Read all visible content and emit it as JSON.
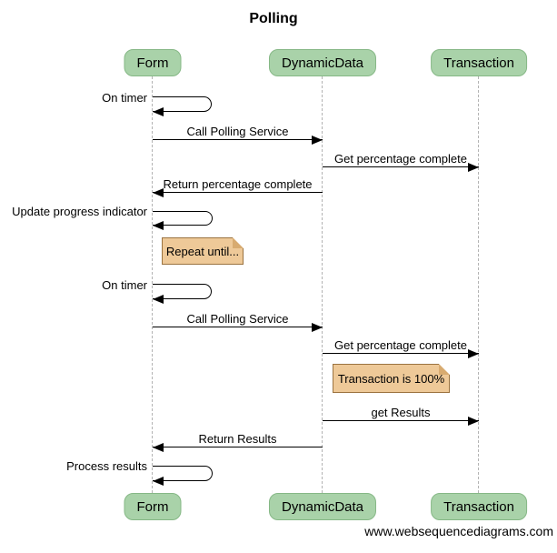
{
  "title": "Polling",
  "footer": "www.websequencediagrams.com",
  "actors": [
    {
      "id": "form",
      "label": "Form"
    },
    {
      "id": "dynamicdata",
      "label": "DynamicData"
    },
    {
      "id": "transaction",
      "label": "Transaction"
    }
  ],
  "messages": [
    {
      "type": "self",
      "label": "On timer",
      "actor": "Form"
    },
    {
      "type": "arrow",
      "label": "Call Polling Service",
      "from": "Form",
      "to": "DynamicData"
    },
    {
      "type": "arrow",
      "label": "Get percentage complete",
      "from": "DynamicData",
      "to": "Transaction"
    },
    {
      "type": "arrow",
      "label": "Return percentage complete",
      "from": "DynamicData",
      "to": "Form"
    },
    {
      "type": "self",
      "label": "Update progress indicator",
      "actor": "Form"
    },
    {
      "type": "note",
      "label": "Repeat until...",
      "anchor": "Form"
    },
    {
      "type": "self",
      "label": "On timer",
      "actor": "Form"
    },
    {
      "type": "arrow",
      "label": "Call Polling Service",
      "from": "Form",
      "to": "DynamicData"
    },
    {
      "type": "arrow",
      "label": "Get percentage complete",
      "from": "DynamicData",
      "to": "Transaction"
    },
    {
      "type": "note",
      "label": "Transaction is 100%",
      "anchor": "DynamicData"
    },
    {
      "type": "arrow",
      "label": "get Results",
      "from": "DynamicData",
      "to": "Transaction"
    },
    {
      "type": "arrow",
      "label": "Return Results",
      "from": "DynamicData",
      "to": "Form"
    },
    {
      "type": "self",
      "label": "Process results",
      "actor": "Form"
    }
  ],
  "colors": {
    "actor_fill": "#a9d2a9",
    "actor_border": "#86b886",
    "note_fill": "#eec998",
    "note_border": "#9b7340",
    "lifeline": "#b3b3b3",
    "arrow": "#000000"
  }
}
